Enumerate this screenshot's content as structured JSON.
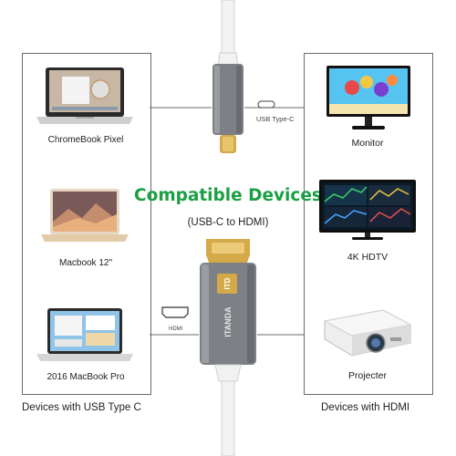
{
  "colors": {
    "title_green": "#1aa043",
    "cable_gray": "#7d8085",
    "connector_gold": "#d4a94a",
    "panel_border": "#6a6a6a"
  },
  "title": "Compatible Devices",
  "subtitle": "(USB-C to HDMI)",
  "connectors": {
    "usbc_label": "USB Type-C",
    "hdmi_label": "HDMI",
    "brand": "ITANDA",
    "brand_mark": "ITD"
  },
  "left_panel": {
    "caption": "Devices with USB Type C",
    "devices": [
      {
        "label": "ChromeBook Pixel",
        "icon": "laptop-icon"
      },
      {
        "label": "Macbook 12\"",
        "icon": "laptop-icon"
      },
      {
        "label": "2016 MacBook Pro",
        "icon": "laptop-icon"
      }
    ]
  },
  "right_panel": {
    "caption": "Devices with HDMI",
    "devices": [
      {
        "label": "Monitor",
        "icon": "monitor-icon"
      },
      {
        "label": "4K HDTV",
        "icon": "tv-icon"
      },
      {
        "label": "Projecter",
        "icon": "projector-icon"
      }
    ]
  }
}
